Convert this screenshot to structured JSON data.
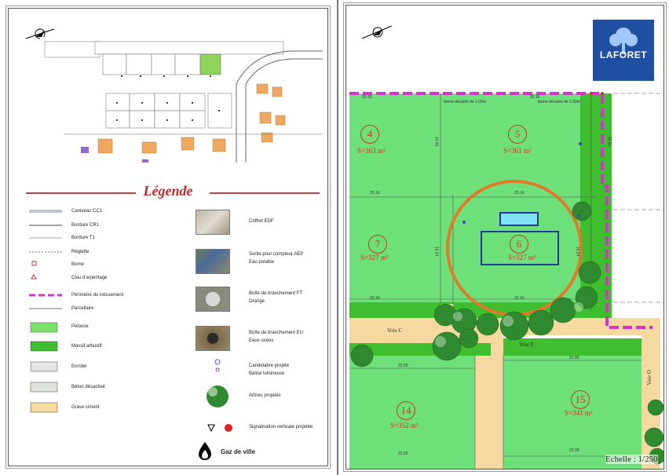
{
  "legend": {
    "title": "Légende",
    "items_left": [
      {
        "label": "Caniveau CC1"
      },
      {
        "label": "Bordure CR1"
      },
      {
        "label": "Bordure T1"
      },
      {
        "label": "Réglette"
      },
      {
        "label": "Borne"
      },
      {
        "label": "Clou d'arpentage"
      },
      {
        "label": "Périmètre du lotissement"
      },
      {
        "label": "Parcellaire"
      },
      {
        "label": "Pelouse"
      },
      {
        "label": "Massif arbustif"
      },
      {
        "label": "Enrobé"
      },
      {
        "label": "Béton désactivé"
      },
      {
        "label": "Grave ciment"
      }
    ],
    "items_right": [
      {
        "label": "Coffret EDF"
      },
      {
        "label": "Sortie pour compteur AEP",
        "label2": "Eau potable"
      },
      {
        "label": "Boîte de branchement FT",
        "label2": "Orange"
      },
      {
        "label": "Boîte de branchement EU",
        "label2": "Eaux usées"
      },
      {
        "label": "Candélabre projeté",
        "label2": "Balise lumineuse"
      },
      {
        "label": "Arbres projetés"
      },
      {
        "label": "Signalisation verticale projetée"
      }
    ],
    "gas": "Gaz de ville"
  },
  "plan": {
    "logo": "LAFORET",
    "scale": "Echelle : 1/250",
    "plots": [
      {
        "num": "4",
        "area": "S=363 m²"
      },
      {
        "num": "5",
        "area": "S=361 m²"
      },
      {
        "num": "6",
        "area": "S=327 m²"
      },
      {
        "num": "7",
        "area": "S=327 m²"
      },
      {
        "num": "14",
        "area": "S=352 m²"
      },
      {
        "num": "15",
        "area": "S=341 m²"
      }
    ],
    "roads": [
      "Voie C",
      "Voie E",
      "Voie O"
    ],
    "notes": [
      "borne décalée de 1.00m",
      "borne décalée de 1.00m"
    ],
    "dims": [
      "20.16",
      "20.16",
      "20.16",
      "20.16",
      "20.16",
      "20.16",
      "22.00",
      "22.00",
      "22.00",
      "22.00",
      "16.24",
      "16.24",
      "14.46",
      "15.50"
    ]
  },
  "colors": {
    "lawn": "#6ee07a",
    "shrub": "#3fbf2f",
    "gravel": "#f5d9a0",
    "perimeter": "#d633c8",
    "plot_text": "#c0392b",
    "circle": "#e07a2a",
    "logo_bg": "#1f4fa0"
  }
}
